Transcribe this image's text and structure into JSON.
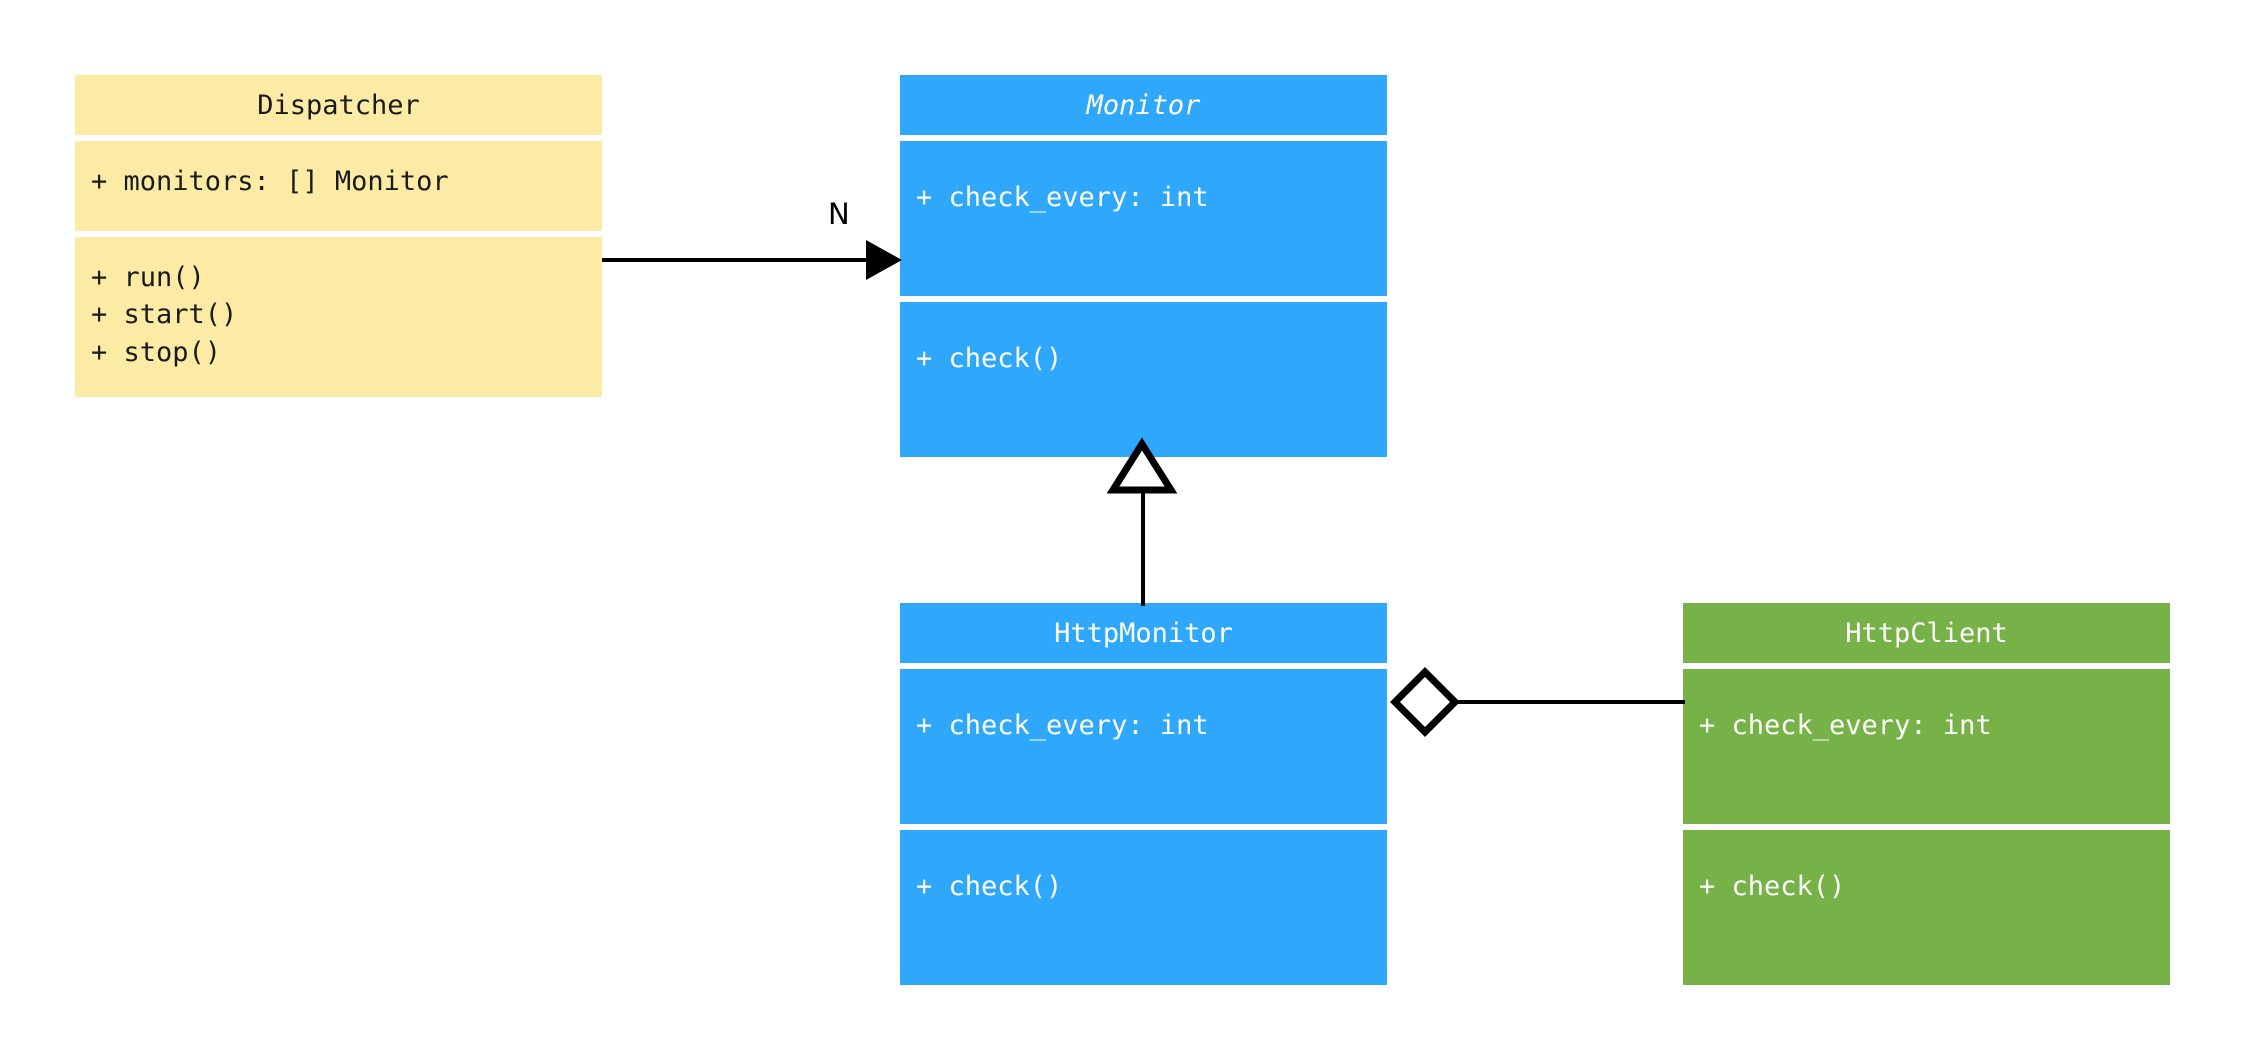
{
  "diagram": {
    "type": "uml-class-diagram",
    "background": "#ffffff",
    "palette": {
      "cream": "#FCEBA4",
      "blue": "#2FA8FC",
      "green": "#76B247",
      "line": "#000000",
      "text_dark": "#1a1a1a",
      "text_light": "#ffffff"
    }
  },
  "classes": {
    "dispatcher": {
      "name": "Dispatcher",
      "color": "#FCEBA4",
      "abstract": false,
      "attributes": [
        "+ monitors: [] Monitor"
      ],
      "methods": [
        "+ run()",
        "+ start()",
        "+ stop()"
      ]
    },
    "monitor": {
      "name": "Monitor",
      "color": "#2FA8FC",
      "abstract": true,
      "attributes": [
        "+ check_every: int"
      ],
      "methods": [
        "+ check()"
      ]
    },
    "http_monitor": {
      "name": "HttpMonitor",
      "color": "#2FA8FC",
      "abstract": false,
      "attributes": [
        "+ check_every: int"
      ],
      "methods": [
        "+ check()"
      ]
    },
    "http_client": {
      "name": "HttpClient",
      "color": "#76B247",
      "abstract": false,
      "attributes": [
        "+ check_every: int"
      ],
      "methods": [
        "+ check()"
      ]
    }
  },
  "relationships": [
    {
      "id": "dispatcher-to-monitor",
      "from": "Dispatcher",
      "to": "Monitor",
      "kind": "association",
      "marker": "solid-arrow",
      "label": "N"
    },
    {
      "id": "httpmonitor-inherits-monitor",
      "from": "HttpMonitor",
      "to": "Monitor",
      "kind": "generalization",
      "marker": "hollow-triangle",
      "label": ""
    },
    {
      "id": "httpmonitor-aggregates-httpclient",
      "from": "HttpMonitor",
      "to": "HttpClient",
      "kind": "aggregation",
      "marker": "hollow-diamond",
      "label": ""
    }
  ]
}
